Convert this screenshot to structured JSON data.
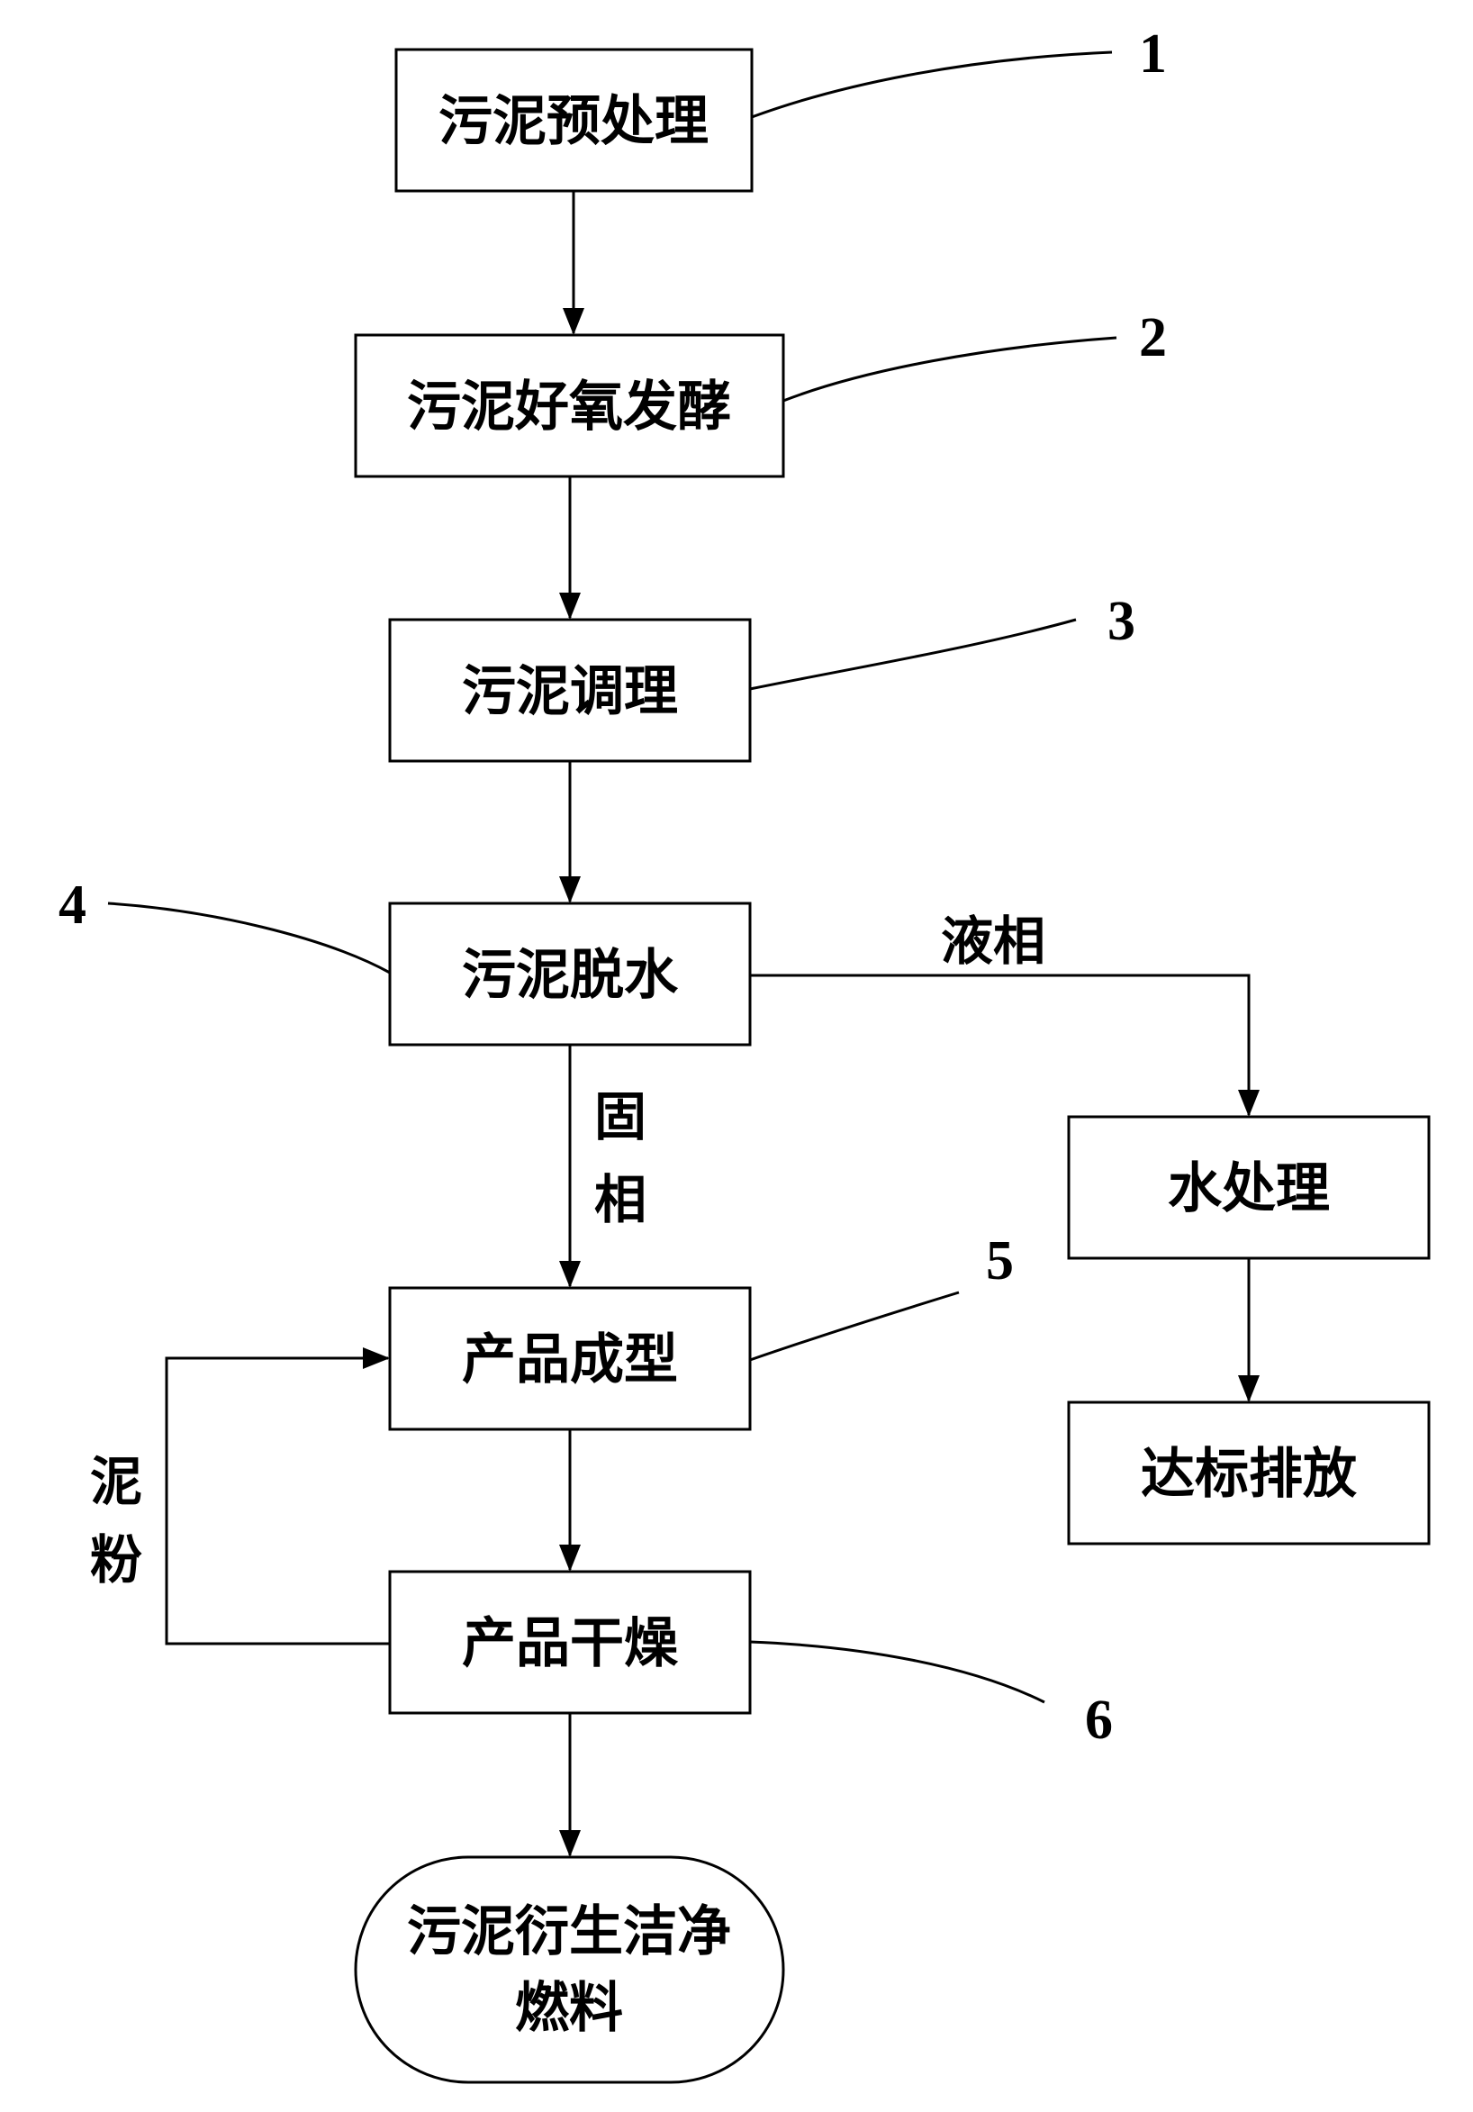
{
  "nodes": {
    "pretreatment": "污泥预处理",
    "aerobic_fermentation": "污泥好氧发酵",
    "conditioning": "污泥调理",
    "dewatering": "污泥脱水",
    "water_treatment": "水处理",
    "discharge": "达标排放",
    "forming": "产品成型",
    "drying": "产品干燥",
    "fuel_line1": "污泥衍生洁净",
    "fuel_line2": "燃料"
  },
  "edges": {
    "liquid_phase": "液相",
    "solid_phase_1": "固",
    "solid_phase_2": "相",
    "sludge_powder_1": "泥",
    "sludge_powder_2": "粉"
  },
  "numbers": {
    "n1": "1",
    "n2": "2",
    "n3": "3",
    "n4": "4",
    "n5": "5",
    "n6": "6"
  }
}
